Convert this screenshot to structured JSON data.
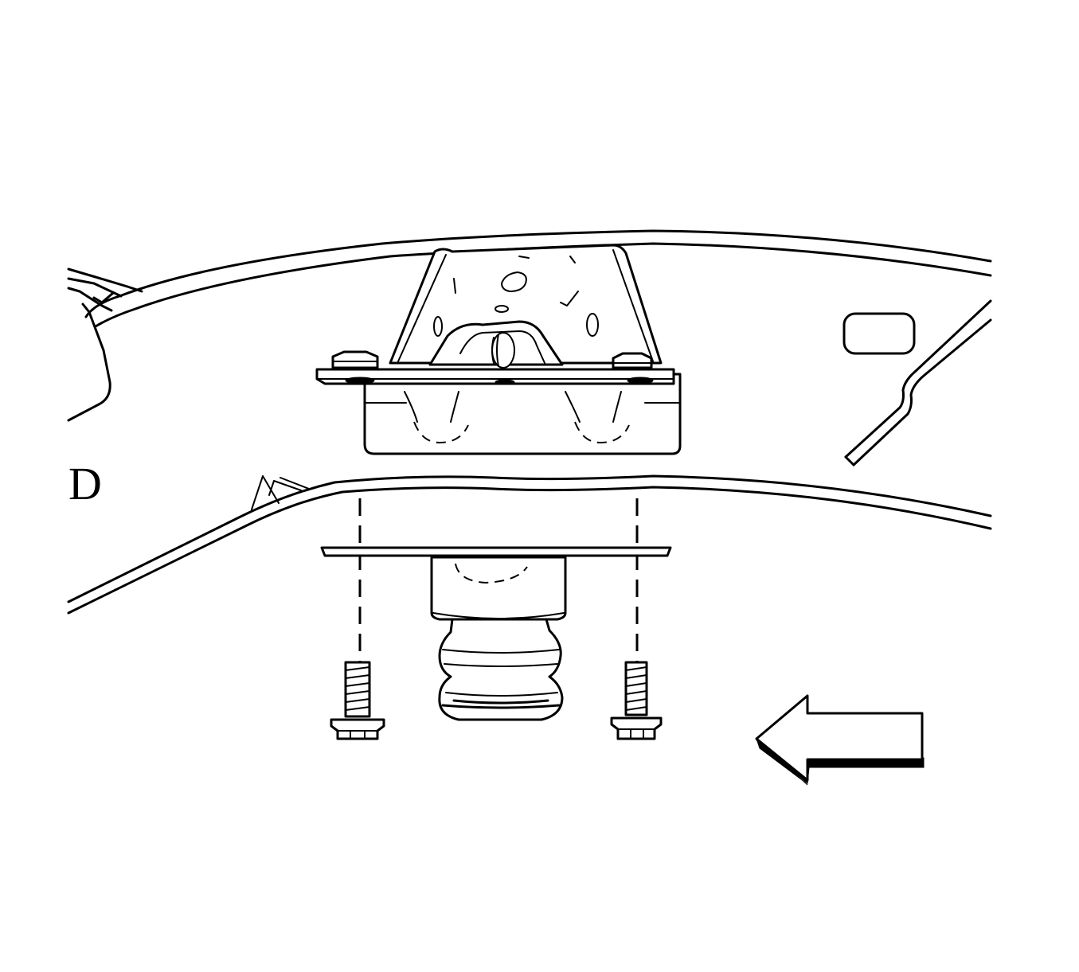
{
  "diagram": {
    "fragment_text": "D",
    "components": [
      "frame-rail",
      "upper-bracket",
      "insulator-plate",
      "jounce-bumper",
      "left-bolt",
      "right-bolt",
      "direction-arrow"
    ],
    "colors": {
      "line": "#000000",
      "background": "#ffffff"
    }
  }
}
